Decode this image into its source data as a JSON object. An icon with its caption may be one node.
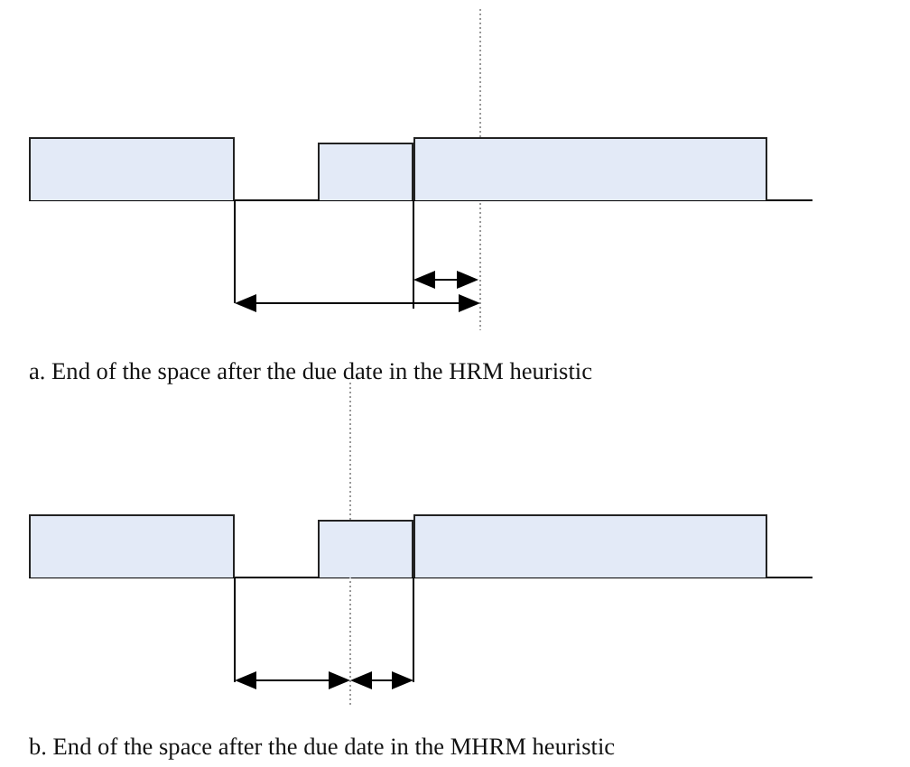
{
  "diagram": {
    "nodes": [
      {
        "text": [],
        "shape": "box"
      },
      {
        "text": [],
        "shape": "box"
      },
      {
        "text": [],
        "shape": "box"
      },
      {
        "text": [],
        "shape": "box"
      },
      {
        "text": [],
        "shape": "box"
      },
      {
        "text": [],
        "shape": "box"
      }
    ],
    "labels": [
      "a. End of the space after the due date in the HRM heuristic",
      "b. End of the space after the due date in the MHRM heuristic"
    ]
  }
}
